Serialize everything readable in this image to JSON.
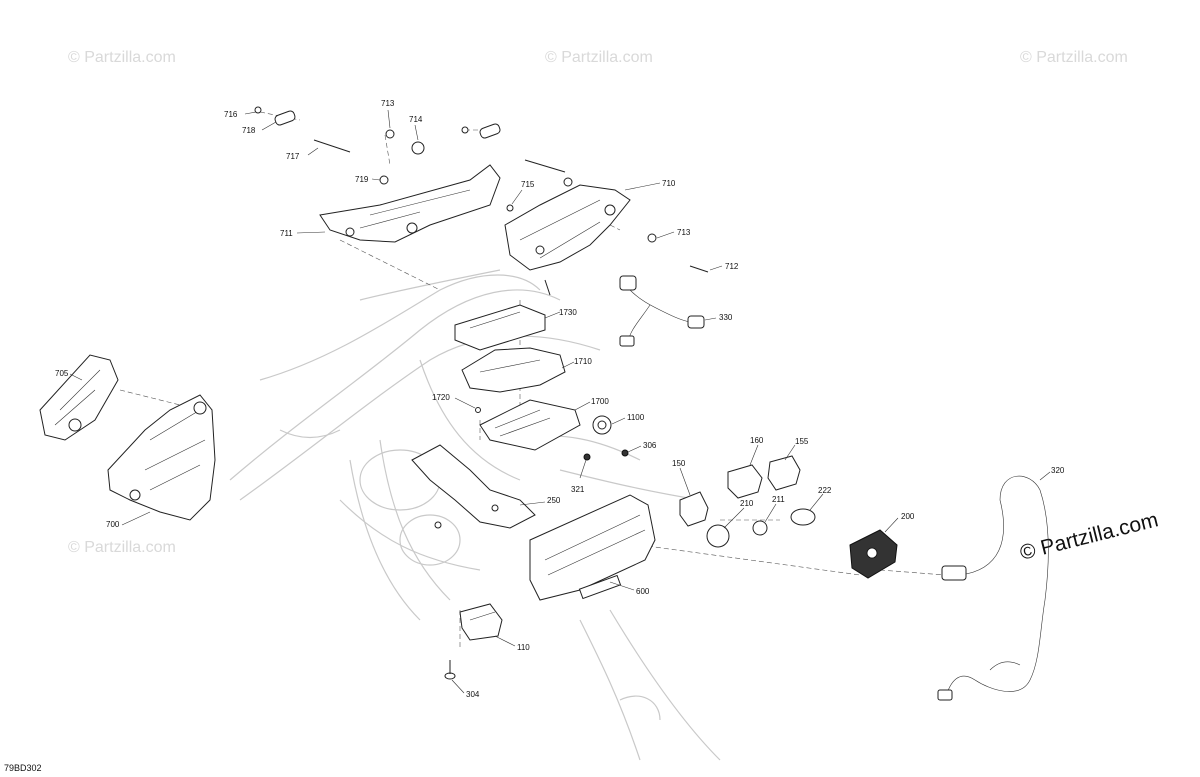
{
  "watermark": {
    "text": "© Partzilla.com",
    "brand": "© Partzilla.com"
  },
  "diagram_code": "79BD302",
  "part_labels": {
    "l716": "716",
    "l718": "718",
    "l717": "717",
    "l713a": "713",
    "l714": "714",
    "l719": "719",
    "l715": "715",
    "l710": "710",
    "l711": "711",
    "l713b": "713",
    "l712": "712",
    "l330": "330",
    "l1730": "1730",
    "l1710": "1710",
    "l705": "705",
    "l1720": "1720",
    "l1700": "1700",
    "l1100": "1100",
    "l306": "306",
    "l160": "160",
    "l155": "155",
    "l150": "150",
    "l321": "321",
    "l250": "250",
    "l222": "222",
    "l210": "210",
    "l211": "211",
    "l200": "200",
    "l700": "700",
    "l320": "320",
    "l600": "600",
    "l110": "110",
    "l304": "304"
  },
  "colors": {
    "line": "#222222",
    "ghost": "#c9c9c9",
    "watermark": "#d9d9d9",
    "background": "#ffffff"
  }
}
